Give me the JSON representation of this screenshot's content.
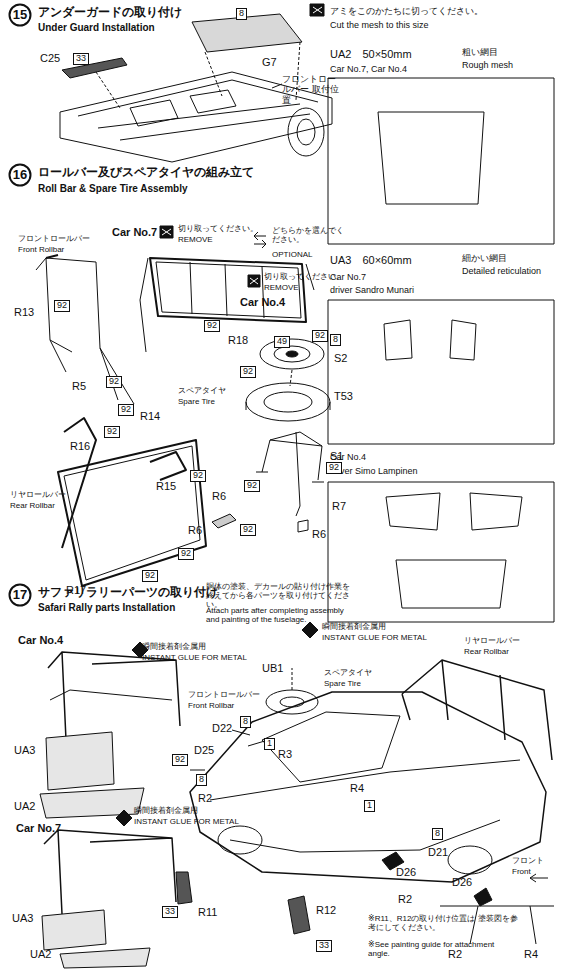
{
  "diagram": {
    "nodes": [
      {
        "text": [
          "15"
        ]
      },
      {
        "text": [
          "16"
        ]
      },
      {
        "text": [
          "17"
        ]
      }
    ],
    "labels": [
      "アンダーガードの取り付け",
      "Under Guard Installation",
      "C25",
      "33",
      "8",
      "G7",
      "フロントロールバー 取付位置",
      "アミをこのかたちに切ってください。",
      "Cut the mesh to this size",
      "UA2　50×50mm",
      "粗い網目",
      "Rough mesh",
      "Car No.7, Car No.4",
      "UA3　60×60mm",
      "細かい網目",
      "Detailed reticulation",
      "Car No.7",
      "driver Sandro Munari",
      "Car No.4",
      "driver Simo Lampinen",
      "ロールバー及びスペアタイヤの組み立て",
      "Roll Bar & Spare Tire Assembly",
      "Car No.7",
      "切り取ってください。",
      "REMOVE",
      "どちらかを選んでください。",
      "OPTIONAL",
      "切り取ってください。",
      "REMOVE",
      "Car No.4",
      "フロントロールバー",
      "Front Rollbar",
      "R13",
      "92",
      "R5",
      "92",
      "R14",
      "92",
      "R18",
      "92",
      "92",
      "49",
      "8",
      "S2",
      "92",
      "スペアタイヤ",
      "Spare Tire",
      "T53",
      "S1",
      "R16",
      "92",
      "リヤロールバー",
      "Rear Rollbar",
      "R15",
      "92",
      "R6",
      "92",
      "R7",
      "92",
      "R6",
      "92",
      "R6",
      "R17",
      "92",
      "92",
      "サファリラリーパーツの取り付け",
      "Safari Rally parts Installation",
      "胴体の塗装、デカールの貼り付け作業を終えてから各パーツを取り付けてください。",
      "Attach parts after completing assembly and painting of the fuselage.",
      "Car No.4",
      "瞬間接着剤金属用",
      "INSTANT GLUE FOR METAL",
      "UB1",
      "瞬間接着剤金属用",
      "INSTANT GLUE FOR METAL",
      "スペアタイヤ",
      "Spare Tire",
      "リヤロールバー",
      "Rear Rollbar",
      "フロントロールバー",
      "Front Rollbar",
      "D22",
      "8",
      "D25",
      "92",
      "1",
      "R3",
      "UA3",
      "UA2",
      "8",
      "R2",
      "R4",
      "1",
      "Car No.7",
      "瞬間接着剤金属用",
      "INSTANT GLUE FOR METAL",
      "8",
      "D21",
      "D26",
      "R2",
      "33",
      "R11",
      "R12",
      "33",
      "UA3",
      "UA2",
      "※R11、R12の取り付け位置は 塗装図を参考にしてください。",
      "※See painting guide for attachment angle.",
      "フロント",
      "Front",
      "D26",
      "R2",
      "R4"
    ]
  }
}
